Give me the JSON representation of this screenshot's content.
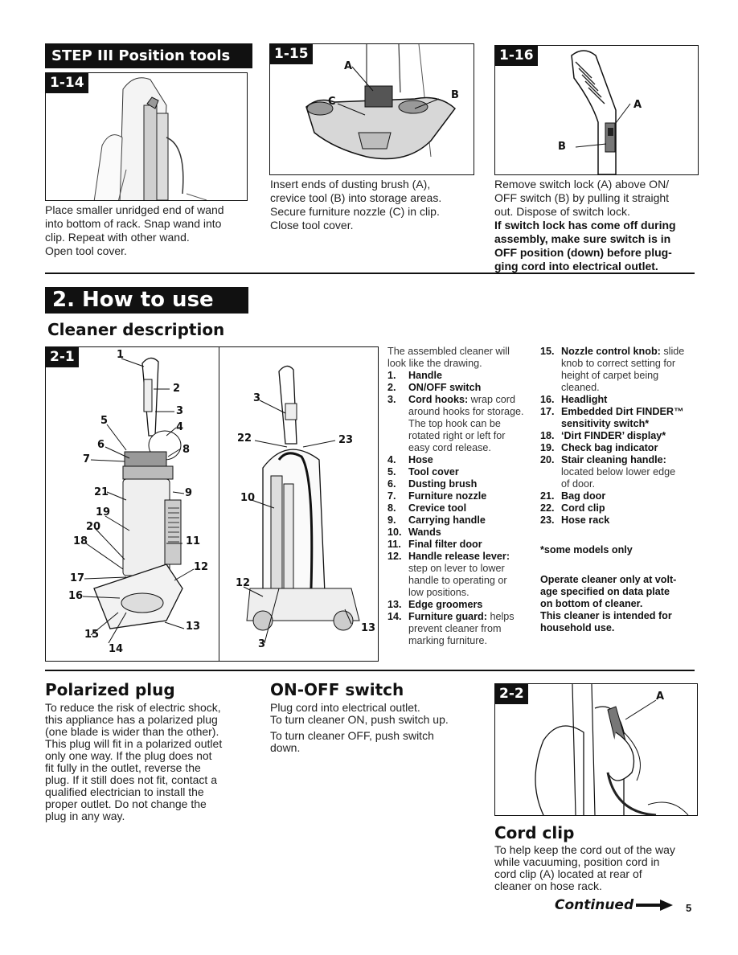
{
  "step3": {
    "banner": "STEP III Position tools",
    "fig_1_14": {
      "tag": "1-14",
      "caption": [
        "Place smaller unridged end of wand",
        "into bottom of rack. Snap wand into",
        "clip. Repeat with other wand.",
        "Open tool cover."
      ]
    },
    "fig_1_15": {
      "tag": "1-15",
      "labels": {
        "a": "A",
        "b": "B",
        "c": "C"
      },
      "caption": [
        "Insert ends of dusting brush (A),",
        "crevice tool (B) into storage areas.",
        "Secure furniture nozzle (C) in clip.",
        "Close tool cover."
      ]
    },
    "fig_1_16": {
      "tag": "1-16",
      "labels": {
        "a": "A",
        "b": "B"
      },
      "caption": [
        "Remove switch lock (A) above ON/",
        "OFF switch (B) by pulling it straight",
        "out. Dispose of switch lock."
      ],
      "caption_bold": [
        "If switch lock has come off during",
        "assembly, make sure switch is in",
        "OFF position (down) before plug-",
        "ging cord into electrical outlet."
      ]
    }
  },
  "howto": {
    "banner": "2. How to use",
    "title": "Cleaner description",
    "fig_2_1": {
      "tag": "2-1",
      "left_callouts": [
        "1",
        "2",
        "3",
        "4",
        "5",
        "6",
        "7",
        "8",
        "21",
        "9",
        "19",
        "20",
        "18",
        "11",
        "12",
        "17",
        "16",
        "13",
        "15",
        "14"
      ],
      "right_callouts": [
        "3",
        "22",
        "23",
        "10",
        "12",
        "13",
        "3"
      ]
    },
    "intro": [
      "The assembled cleaner will",
      "look like the drawing."
    ],
    "parts_col1": [
      {
        "num": "1.",
        "label": "Handle",
        "desc": ""
      },
      {
        "num": "2.",
        "label": "ON/OFF switch",
        "desc": ""
      },
      {
        "num": "3.",
        "label": "Cord hooks:",
        "desc": " wrap cord",
        "cont": [
          "around hooks for storage.",
          "The top hook can be",
          "rotated right or left for",
          "easy cord release."
        ]
      },
      {
        "num": "4.",
        "label": "Hose",
        "desc": ""
      },
      {
        "num": "5.",
        "label": "Tool cover",
        "desc": ""
      },
      {
        "num": "6.",
        "label": "Dusting brush",
        "desc": ""
      },
      {
        "num": "7.",
        "label": "Furniture nozzle",
        "desc": ""
      },
      {
        "num": "8.",
        "label": "Crevice tool",
        "desc": ""
      },
      {
        "num": "9.",
        "label": "Carrying handle",
        "desc": ""
      },
      {
        "num": "10.",
        "label": "Wands",
        "desc": ""
      },
      {
        "num": "11.",
        "label": "Final filter door",
        "desc": ""
      },
      {
        "num": "12.",
        "label": "Handle release lever:",
        "desc": "",
        "cont": [
          "step on lever to lower",
          "handle to operating or",
          "low positions."
        ]
      },
      {
        "num": "13.",
        "label": "Edge groomers",
        "desc": ""
      },
      {
        "num": "14.",
        "label": "Furniture guard:",
        "desc": " helps",
        "cont": [
          "prevent cleaner from",
          "marking furniture."
        ]
      }
    ],
    "parts_col2": [
      {
        "num": "15.",
        "label": "Nozzle control knob:",
        "desc": " slide",
        "cont": [
          "knob to correct setting for",
          "height of carpet being",
          "cleaned."
        ]
      },
      {
        "num": "16.",
        "label": "Headlight",
        "desc": ""
      },
      {
        "num": "17.",
        "label": "Embedded Dirt FINDER™",
        "desc": "",
        "cont_bold": [
          "sensitivity switch*"
        ]
      },
      {
        "num": "18.",
        "label": "‘Dirt FINDER’ display*",
        "desc": ""
      },
      {
        "num": "19.",
        "label": "Check bag indicator",
        "desc": ""
      },
      {
        "num": "20.",
        "label": "Stair cleaning handle:",
        "desc": "",
        "cont": [
          "located below lower edge",
          "of door."
        ]
      },
      {
        "num": "21.",
        "label": "Bag door",
        "desc": ""
      },
      {
        "num": "22.",
        "label": "Cord clip",
        "desc": ""
      },
      {
        "num": "23.",
        "label": "Hose rack",
        "desc": ""
      }
    ],
    "footnote": "*some models only",
    "warning": [
      "Operate cleaner only at volt-",
      "age specified on data plate",
      "on bottom of cleaner.",
      "This cleaner is intended for",
      "household use."
    ]
  },
  "polarized": {
    "title": "Polarized plug",
    "body": [
      "To reduce the risk of electric shock,",
      "this appliance has a polarized plug",
      "(one blade is wider than the other).",
      "This plug will fit in a polarized outlet",
      "only one way.  If the plug does not",
      "fit fully in the outlet, reverse the",
      "plug. If it still does not fit, contact a",
      "qualified electrician to install the",
      "proper outlet.  Do not change the",
      "plug in any way."
    ]
  },
  "onoff": {
    "title": "ON-OFF switch",
    "p1": [
      "Plug cord into electrical outlet.",
      "To turn cleaner ON, push switch up."
    ],
    "p2": [
      "To turn cleaner OFF, push switch",
      "down."
    ]
  },
  "cordclip": {
    "fig_tag": "2-2",
    "label_a": "A",
    "title": "Cord clip",
    "body": [
      "To help keep the cord out of the way",
      "while vacuuming, position cord in",
      "cord clip (A) located at rear of",
      "cleaner on hose rack."
    ]
  },
  "footer": {
    "continued": "Continued",
    "page": "5"
  }
}
